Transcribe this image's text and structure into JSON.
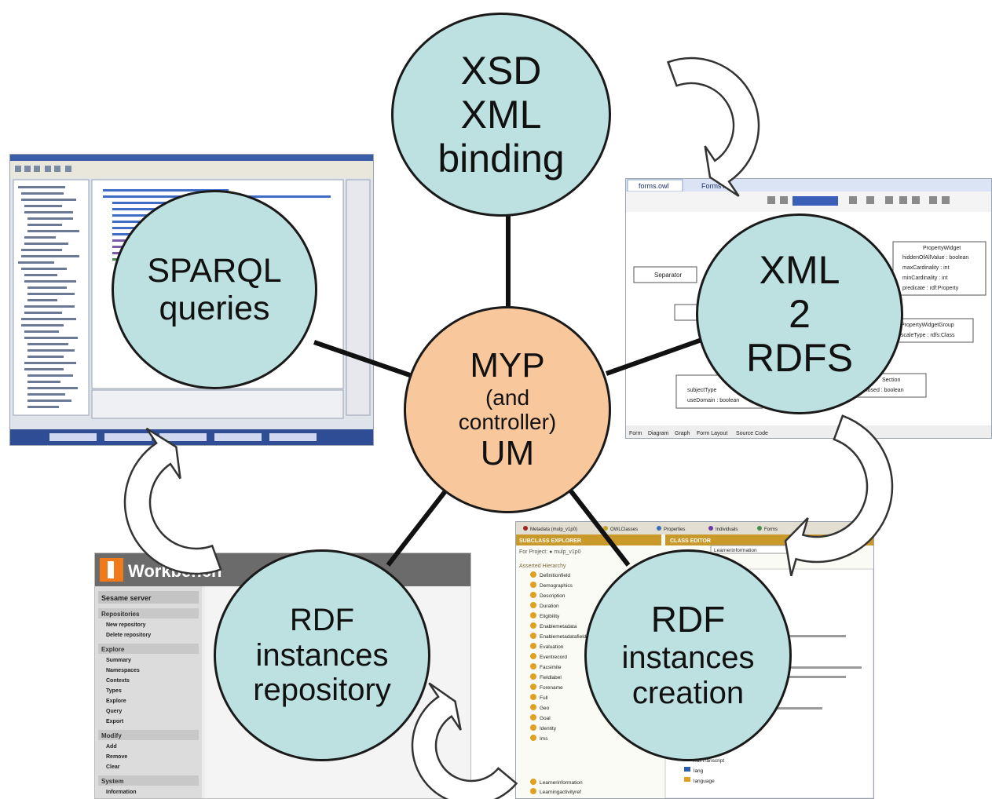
{
  "colors": {
    "node_fill": "#bde0e0",
    "center_fill": "#f8c79b",
    "line": "#111111",
    "arrow_fill": "#ffffff"
  },
  "nodes": {
    "xsd": {
      "lines": [
        "XSD",
        "XML",
        "binding"
      ]
    },
    "sparql": {
      "lines": [
        "SPARQL",
        "queries"
      ]
    },
    "xml2rdfs": {
      "lines": [
        "XML",
        "2",
        "RDFS"
      ]
    },
    "rdf_repo": {
      "lines": [
        "RDF",
        "instances",
        "repository"
      ]
    },
    "rdf_create": {
      "lines": [
        "RDF",
        "instances",
        "creation"
      ]
    },
    "center": {
      "line1": "MYP",
      "line2": "(and",
      "line3": "controller)",
      "line4": "UM"
    }
  },
  "screenshots": {
    "forms_editor": {
      "tab1": "forms.owl",
      "tab2": "FormsTe",
      "boxes": [
        "Separator",
        "PropertyWidget",
        "hiddenOfAllValue : boolean",
        "maxCardinality : int",
        "minCardinality : int",
        "predicate : rdf:Property",
        "PropertyWidgetGroup",
        "scaleType : rdfs:Class",
        "Section",
        "subjectType",
        "useDomain : boolean",
        "isClosed : boolean"
      ],
      "bottom_tabs": [
        "Form",
        "Diagram",
        "Graph",
        "Form Layout",
        "Source Code"
      ]
    },
    "workbench": {
      "title": "Workbench",
      "server": "Sesame server",
      "sections": [
        {
          "title": "Repositories",
          "items": [
            "New repository",
            "Delete repository"
          ]
        },
        {
          "title": "Explore",
          "items": [
            "Summary",
            "Namespaces",
            "Contexts",
            "Types",
            "Explore",
            "Query",
            "Export"
          ]
        },
        {
          "title": "Modify",
          "items": [
            "Add",
            "Remove",
            "Clear"
          ]
        },
        {
          "title": "System",
          "items": [
            "Information"
          ]
        }
      ]
    },
    "protege": {
      "tabs": [
        "Metadata (mulp_v1p0)",
        "OWLClasses",
        "Properties",
        "Individuals",
        "Forms"
      ],
      "left_header": "SUBCLASS EXPLORER",
      "right_header": "CLASS EDITOR",
      "project": "For Project: ● mulp_v1p0",
      "hierarchy": "Asserted Hierarchy",
      "classes": [
        "Definitionfield",
        "Demographics",
        "Description",
        "Duration",
        "Eligibility",
        "Enablemetadata",
        "Enablemetadatafield",
        "Evaluation",
        "Eventrecord",
        "Facsimile",
        "Fieldlabel",
        "Forename",
        "Full",
        "Geo",
        "Goal",
        "Identity",
        "Ims"
      ],
      "bottom_classes": [
        "Learnerinformation",
        "Learningactivityref"
      ],
      "selected": "Learnerinformation",
      "props": [
        "hasTranscript",
        "lang",
        "language"
      ]
    }
  }
}
